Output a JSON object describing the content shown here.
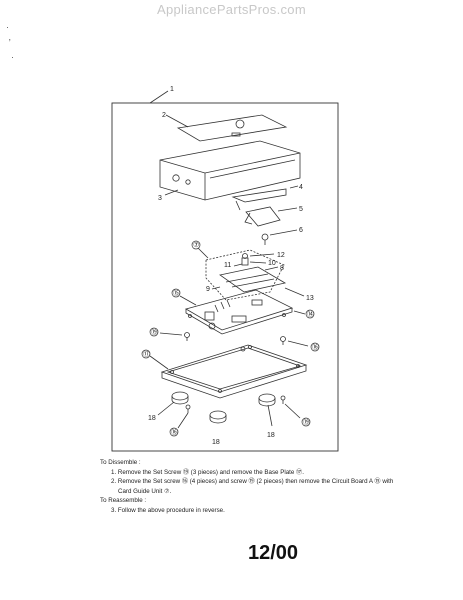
{
  "watermark": "AppliancePartsPros.com",
  "callouts": {
    "c1": "1",
    "c2": "2",
    "c3": "3",
    "c4": "4",
    "c5": "5",
    "c6": "6",
    "c7a": "⑦",
    "c8": "8",
    "c9": "9",
    "c10": "10",
    "c11": "11",
    "c12": "12",
    "c13": "13",
    "c14": "⑭",
    "c15": "⑮",
    "c16": "⑯",
    "c16b": "⑯",
    "c17": "⑰",
    "c18a": "18",
    "c18b": "18",
    "c18c": "18",
    "c19": "⑲",
    "c19b": "⑲",
    "c19c": "⑲"
  },
  "instructions": {
    "disassemble_title": "To Dissemble :",
    "step1": "1.  Remove the Set Screw ⑲ (3 pieces) and remove  the  Base Plate ⑰.",
    "step2": "2.  Remove the Set screw ⑯ (4 pieces) and screw ⑲ (2 pieces) then remove the Circuit Board A ⑮ with",
    "step2b": "Card Guide Unit ⑦.",
    "reassemble_title": "To Reassemble :",
    "step3": "3.  Follow the above procedure in reverse."
  },
  "page_number": "12/00"
}
